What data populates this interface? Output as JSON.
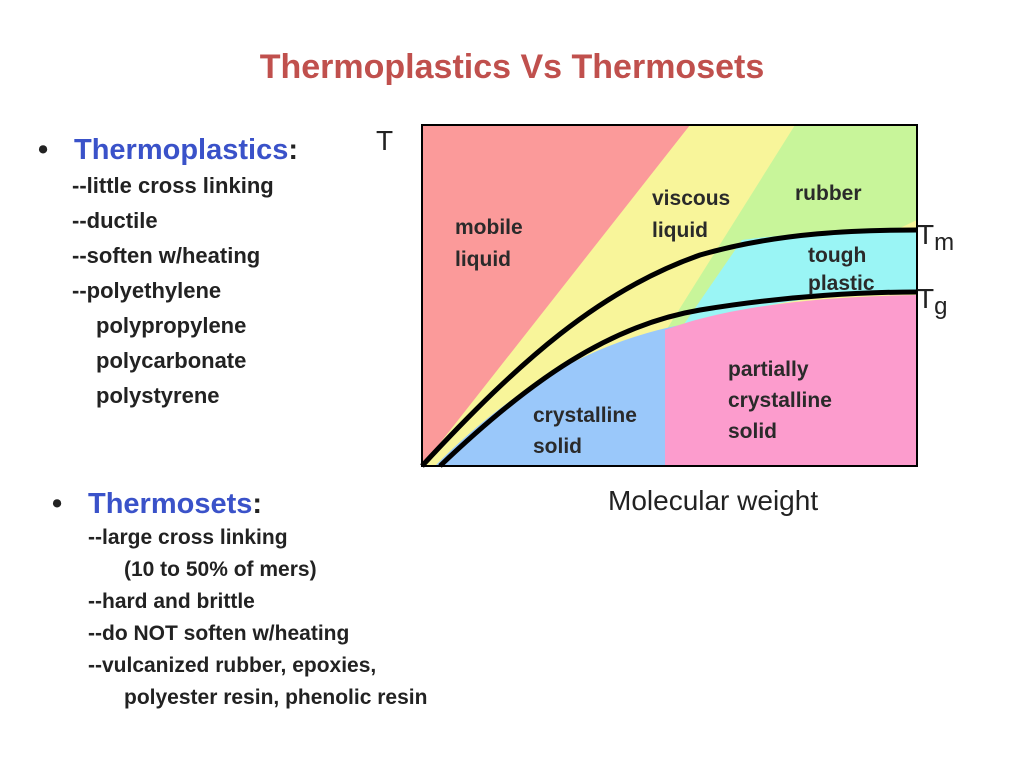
{
  "title": "Thermoplastics Vs Thermosets",
  "thermoplastics": {
    "heading": "Thermoplastics",
    "colon": ":",
    "items": [
      "--little cross linking",
      "--ductile",
      "--soften w/heating",
      "--polyethylene"
    ],
    "sub_items": [
      "polypropylene",
      "polycarbonate",
      "polystyrene"
    ]
  },
  "thermosets": {
    "heading": "Thermosets",
    "colon": ":",
    "lines": [
      {
        "text": "--large cross linking",
        "indent": false
      },
      {
        "text": "(10 to 50% of mers)",
        "indent": true
      },
      {
        "text": "--hard and brittle",
        "indent": false
      },
      {
        "text": "--do NOT soften w/heating",
        "indent": false
      },
      {
        "text": "--vulcanized rubber, epoxies,",
        "indent": false
      },
      {
        "text": "polyester resin, phenolic resin",
        "indent": true
      }
    ]
  },
  "diagram": {
    "y_axis_label": "T",
    "x_axis_label": "Molecular weight",
    "regions": {
      "mobile_liquid": [
        "mobile",
        "liquid"
      ],
      "viscous_liquid": [
        "viscous",
        "liquid"
      ],
      "rubber": [
        "rubber"
      ],
      "tough_plastic": [
        "tough",
        "plastic"
      ],
      "crystalline_solid": [
        "crystalline",
        "solid"
      ],
      "partially_crystalline_solid": [
        "partially",
        "crystalline",
        "solid"
      ]
    },
    "curve_labels": {
      "tm": {
        "letter": "T",
        "subscript": "m"
      },
      "tg": {
        "letter": "T",
        "subscript": "g"
      }
    },
    "colors": {
      "mobile_liquid": "#fb9a9a",
      "viscous_liquid": "#f8f59a",
      "rubber": "#c8f59a",
      "tough_plastic": "#9af5f5",
      "crystalline_solid": "#9ac8fa",
      "partially_crystalline_solid": "#fc9ccd",
      "curve": "#000000",
      "title": "#c0504d",
      "heading": "#3a52c9"
    }
  }
}
